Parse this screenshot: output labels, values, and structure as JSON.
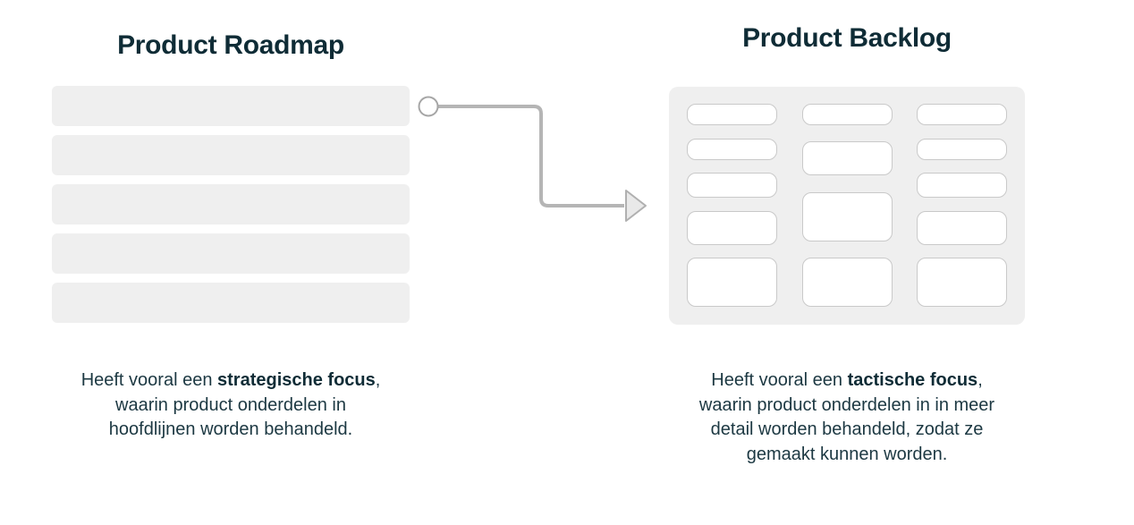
{
  "colors": {
    "heading": "#0f2c36",
    "body": "#1c3842",
    "panel": "#efefef",
    "card_bg": "#ffffff",
    "card_border": "#c9c9c9",
    "connector": "#b5b5b5",
    "arrow_fill": "#e9e9e9",
    "background": "#ffffff"
  },
  "roadmap": {
    "title": "Product Roadmap",
    "bar_count": 5,
    "description": {
      "line1_prefix": "Heeft vooral een ",
      "line1_bold": "strategische focus",
      "line1_suffix": ",",
      "line2": "waarin product onderdelen in",
      "line3": "hoofdlijnen worden behandeld."
    }
  },
  "backlog": {
    "title": "Product Backlog",
    "columns": [
      {
        "cards": [
          "sm",
          "sm",
          "md",
          "lg",
          "xl"
        ]
      },
      {
        "cards": [
          "sm",
          "lg",
          "xl",
          "xl"
        ]
      },
      {
        "cards": [
          "sm",
          "sm",
          "md",
          "lg",
          "xl"
        ]
      }
    ],
    "description": {
      "line1_prefix": "Heeft vooral een ",
      "line1_bold": "tactische focus",
      "line1_suffix": ",",
      "line2": "waarin product onderdelen in in meer",
      "line3": "detail worden behandeld, zodat ze",
      "line4": "gemaakt kunnen worden."
    }
  },
  "connector": {
    "icon": "elbow-arrow-icon"
  }
}
